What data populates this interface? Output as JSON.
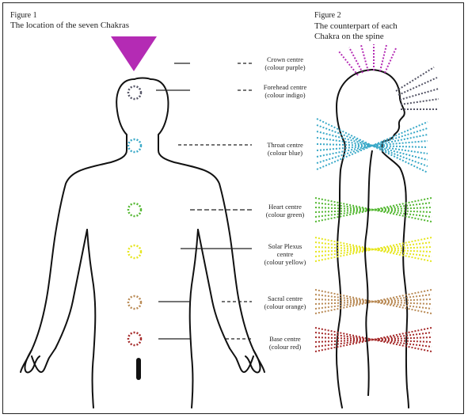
{
  "figure1": {
    "title": "Figure 1",
    "subtitle": "The location of the seven Chakras"
  },
  "figure2": {
    "title": "Figure 2",
    "subtitle_line1": "The counterpart of each",
    "subtitle_line2": "Chakra on the spine"
  },
  "chakras": [
    {
      "key": "crown",
      "name": "Crown centre",
      "colour_text": "(colour purple)",
      "color": "#b42bb4"
    },
    {
      "key": "forehead",
      "name": "Forehead centre",
      "colour_text": "(colour indigo)",
      "color": "#555566"
    },
    {
      "key": "throat",
      "name": "Throat centre",
      "colour_text": "(colour blue)",
      "color": "#3aa9c8"
    },
    {
      "key": "heart",
      "name": "Heart centre",
      "colour_text": "(colour green)",
      "color": "#55b833"
    },
    {
      "key": "solar",
      "name_line1": "Solar Plexus",
      "name_line2": "centre",
      "colour_text": "(colour yellow)",
      "color": "#e6e61f"
    },
    {
      "key": "sacral",
      "name": "Sacral centre",
      "colour_text": "(colour orange)",
      "color": "#b98a55"
    },
    {
      "key": "base",
      "name": "Base centre",
      "colour_text": "(colour red)",
      "color": "#a52a2a"
    }
  ]
}
